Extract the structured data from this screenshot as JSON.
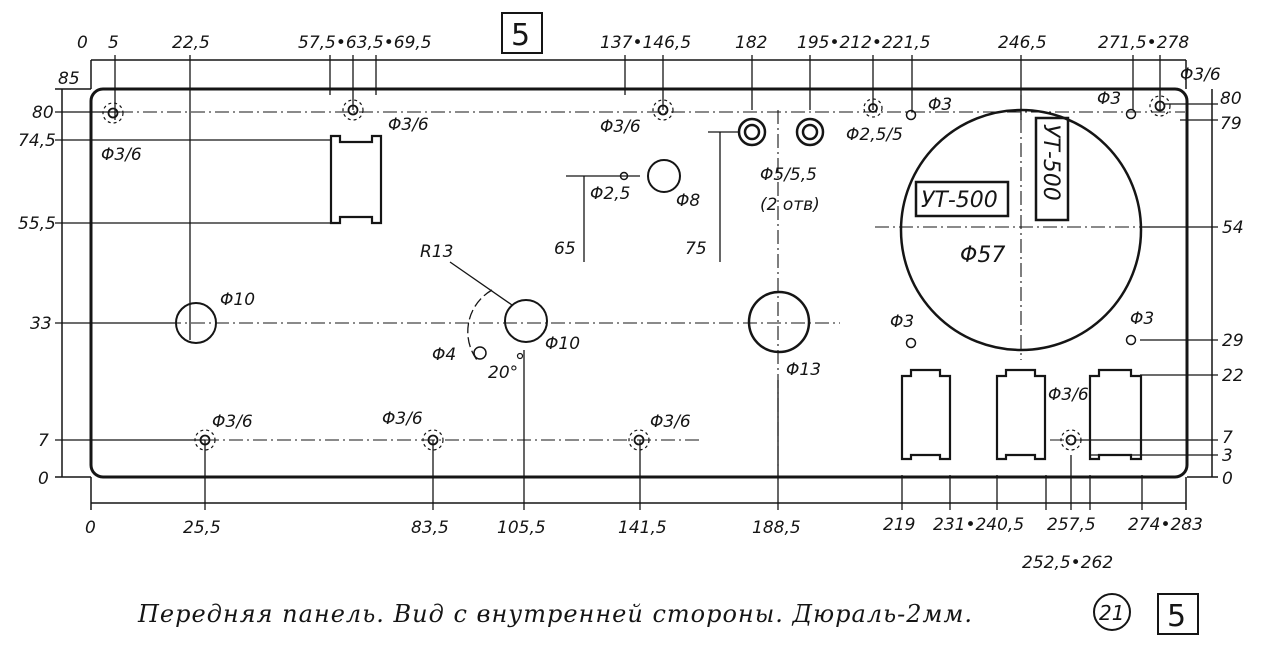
{
  "sheet_number_top": "5",
  "sheet_number_bottom": "5",
  "page_circle_number": "21",
  "caption": "Передняя панель. Вид с внутренней стороны. Дюраль-2мм.",
  "top_dims": [
    "0",
    "5",
    "22,5",
    "57,5•63,5•69,5",
    "137•146,5",
    "182",
    "195•212•221,5",
    "246,5",
    "271,5•278"
  ],
  "bottom_dims": [
    "0",
    "25,5",
    "83,5",
    "105,5",
    "141,5",
    "188,5",
    "219",
    "231•240,5",
    "257,5",
    "252,5•262",
    "274•283"
  ],
  "left_dims": [
    "85",
    "80",
    "74,5",
    "55,5",
    "33",
    "7",
    "0"
  ],
  "right_dims": [
    "80",
    "79",
    "54",
    "29",
    "22",
    "7",
    "3",
    "0"
  ],
  "features": {
    "hole_3_6": "Φ3/6",
    "hole_3": "Φ3",
    "hole_10": "Φ10",
    "hole_13": "Φ13",
    "hole_8": "Φ8",
    "hole_2_5": "Φ2,5",
    "hole_2_5_5": "Φ2,5/5",
    "hole_5_5_5": "Φ5/5,5",
    "two_holes": "(2 отв)",
    "hole_4": "Φ4",
    "hole_57": "Φ57",
    "radius": "R13",
    "angle": "20°",
    "dim_65": "65",
    "dim_75": "75",
    "meter_label": "УТ-500",
    "meter_label_vertical": "УТ-500"
  }
}
